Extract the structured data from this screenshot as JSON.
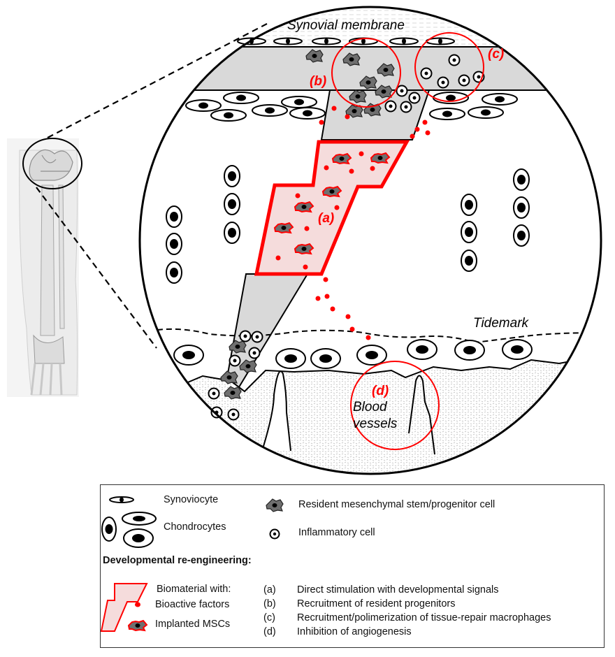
{
  "figure": {
    "labels": {
      "synovial_membrane": "Synovial membrane",
      "tidemark": "Tidemark",
      "blood_vessels_line1": "Blood",
      "blood_vessels_line2": "vessels",
      "marker_a": "(a)",
      "marker_b": "(b)",
      "marker_c": "(c)",
      "marker_d": "(d)"
    },
    "colors": {
      "accent_red": "#ff0000",
      "biomaterial_fill": "#f5dcdc",
      "tissue_gray": "#d9d9d9",
      "cell_gray": "#6f6f6f",
      "outline": "#000000"
    }
  },
  "legend": {
    "items": [
      {
        "icon": "synoviocyte-icon",
        "label": "Synoviocyte"
      },
      {
        "icon": "chondrocytes-icon",
        "label": "Chondrocytes"
      },
      {
        "icon": "resident-msc-icon",
        "label": "Resident mesenchymal  stem/progenitor cell"
      },
      {
        "icon": "inflammatory-cell-icon",
        "label": "Inflammatory cell"
      }
    ],
    "section_title": "Developmental re-engineering:",
    "biomaterial": {
      "title": "Biomaterial with:",
      "bioactive": "Bioactive factors",
      "implanted": "Implanted MSCs"
    },
    "strategies": [
      {
        "key": "(a)",
        "text": "Direct stimulation with developmental signals"
      },
      {
        "key": "(b)",
        "text": "Recruitment of resident progenitors"
      },
      {
        "key": "(c)",
        "text": "Recruitment/polimerization of tissue-repair macrophages"
      },
      {
        "key": "(d)",
        "text": "Inhibition of angiogenesis"
      }
    ]
  }
}
